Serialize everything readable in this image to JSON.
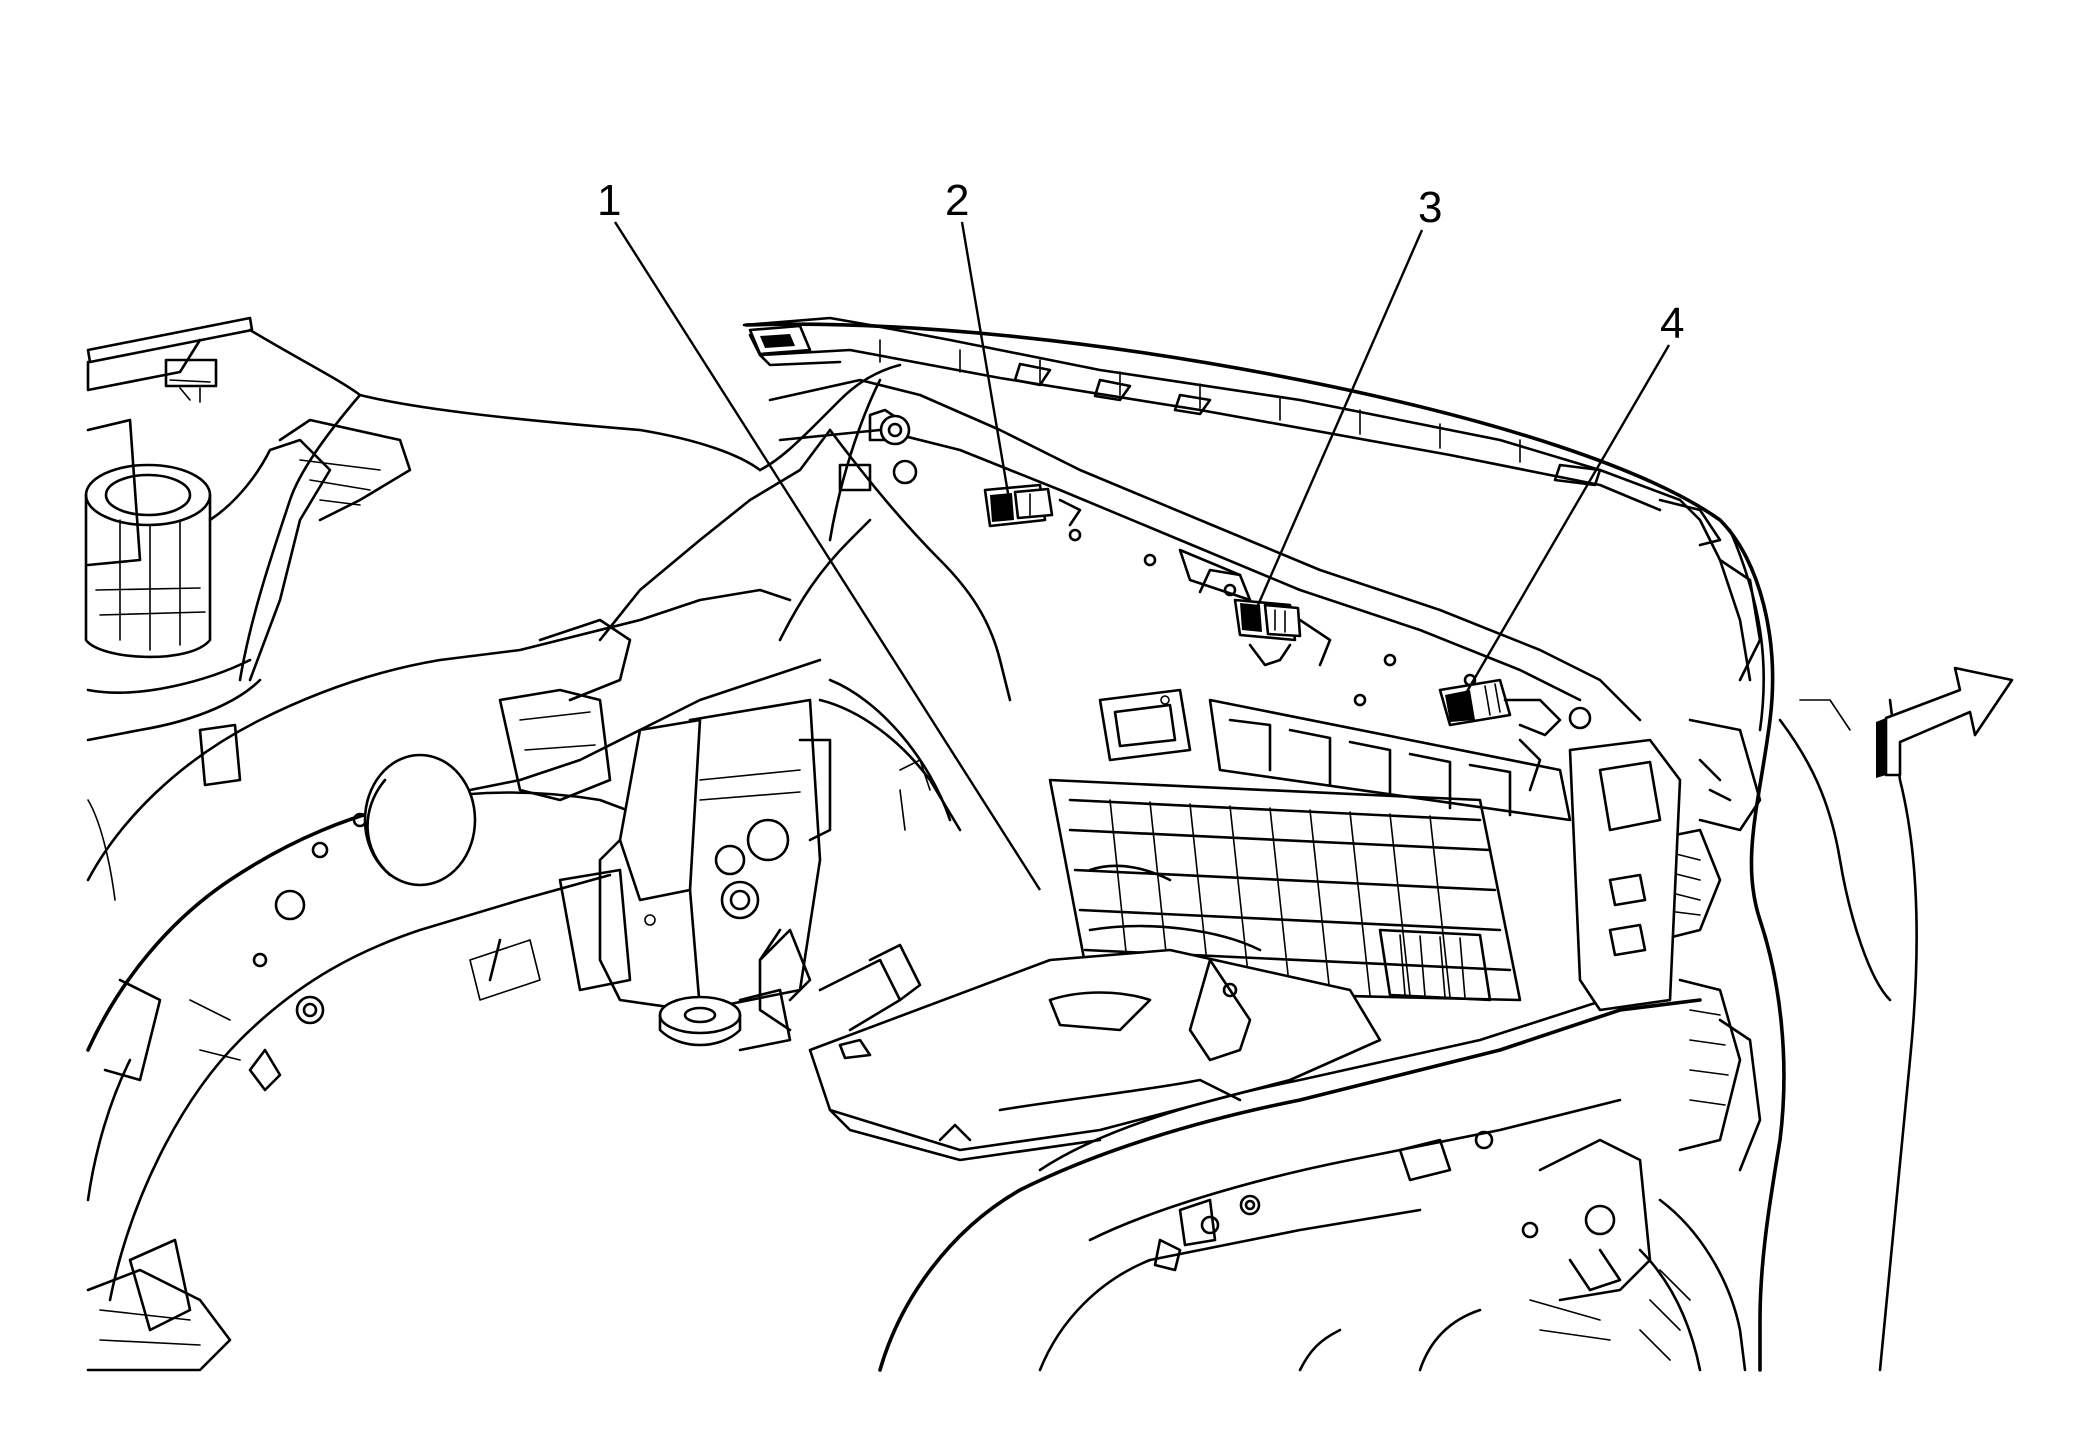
{
  "diagram": {
    "callouts": [
      {
        "id": "1",
        "label": "1"
      },
      {
        "id": "2",
        "label": "2"
      },
      {
        "id": "3",
        "label": "3"
      },
      {
        "id": "4",
        "label": "4"
      }
    ],
    "direction_arrow_icon": "forward-arrow-icon",
    "colors": {
      "line": "#000000",
      "background": "#ffffff"
    }
  }
}
